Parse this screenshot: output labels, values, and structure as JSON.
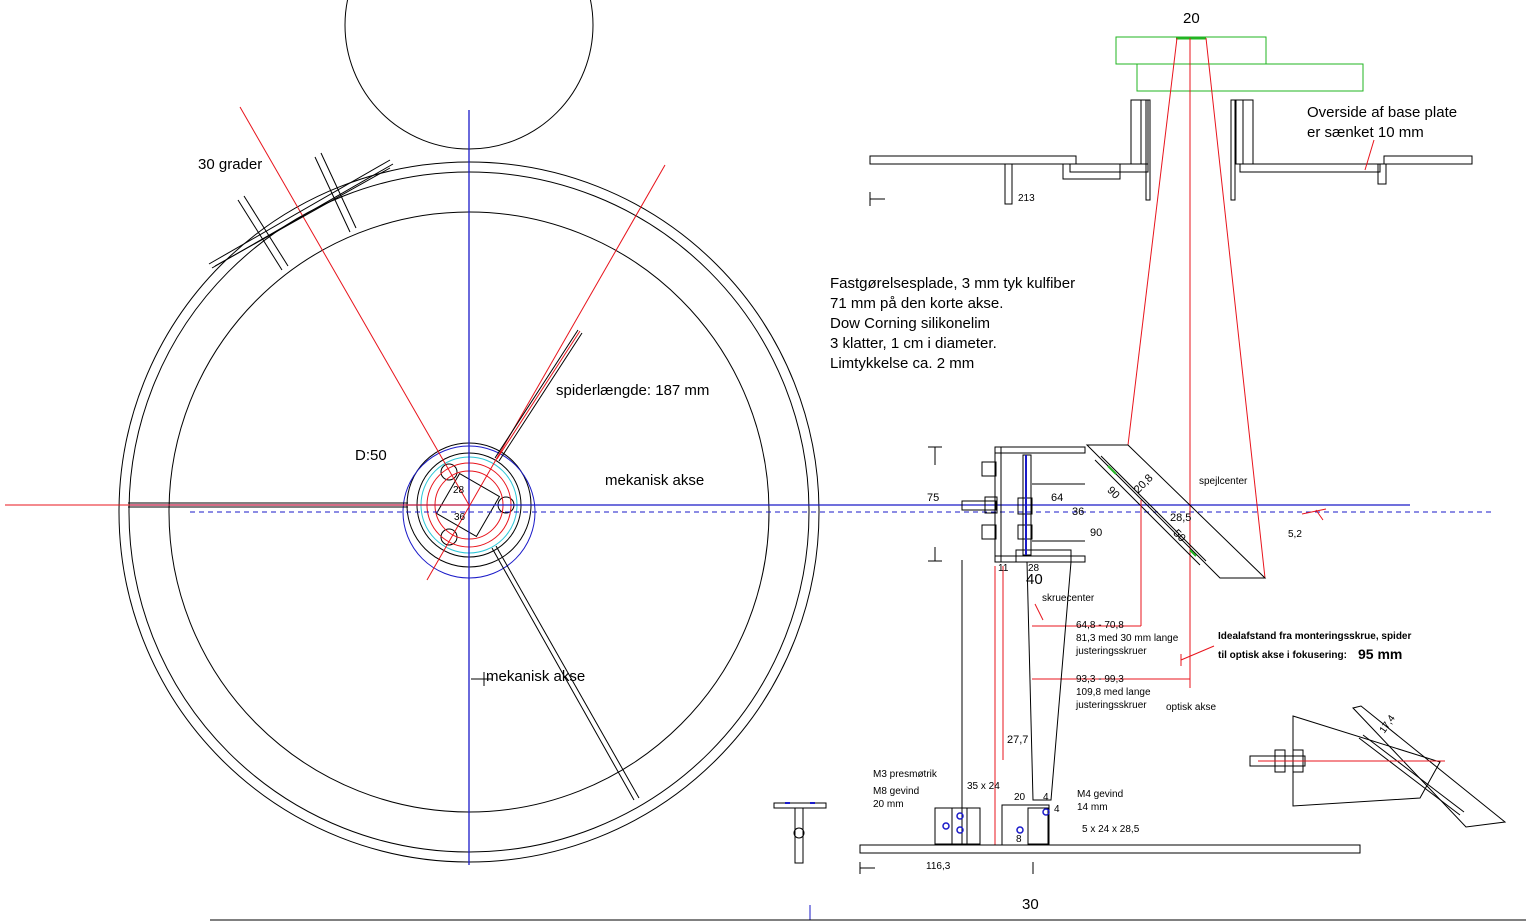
{
  "labels": {
    "grader": "30 grader",
    "spider": "spiderlængde: 187 mm",
    "diameter": "D:50",
    "mek_akse_h": "mekanisk akse",
    "mek_akse_v": "mekanisk akse",
    "overside_1": "Overside af base plate",
    "overside_2": "er sænket 10 mm",
    "spejlcenter": "spejlcenter",
    "skruecenter": "skruecenter",
    "optisk_akse": "optisk akse",
    "m3": "M3 presmøtrik",
    "m8_1": "M8 gevind",
    "m8_2": "20 mm",
    "m4_1": "M4 gevind",
    "m4_2": "14 mm",
    "idealafstand_1": "Idealafstand fra monteringsskrue, spider",
    "idealafstand_2": "til optisk akse i fokusering:",
    "idealafstand_val": "95 mm"
  },
  "note_block": [
    "Fastgørelsesplade, 3 mm tyk kulfiber",
    "71 mm på den korte akse.",
    "Dow Corning silikonelim",
    "3 klatter, 1 cm i diameter.",
    "Limtykkelse ca. 2 mm"
  ],
  "range_1": [
    "64,8 - 70,8",
    "81,3 med 30 mm lange",
    "justeringsskruer"
  ],
  "range_2": [
    "93,3 - 99,3",
    "109,8 med lange",
    "justeringsskruer"
  ],
  "dims": {
    "d20_top": "20",
    "d213": "213",
    "d75": "75",
    "d64": "64",
    "d36": "36",
    "d90": "90",
    "d11": "11",
    "d28": "28",
    "d40": "40",
    "d90_mirror": "90",
    "d20_8": "20,8",
    "d28_5": "28,5",
    "d50_mirror": "50",
    "d5_2": "5,2",
    "d27_7": "27,7",
    "d35x24": "35 x 24",
    "d20_base": "20",
    "d4a": "4",
    "d4b": "4",
    "d5x24": "5 x 24 x 28,5",
    "d116_3": "116,3",
    "d30": "30",
    "d17_4": "17,4",
    "d8": "8",
    "d36_hub": "36",
    "d28_hub": "28"
  },
  "colors": {
    "line": "#000000",
    "red_axis": "#e8141c",
    "blue_axis": "#1a1ac8",
    "green": "#22b422",
    "cyan": "#2bc6d6"
  }
}
